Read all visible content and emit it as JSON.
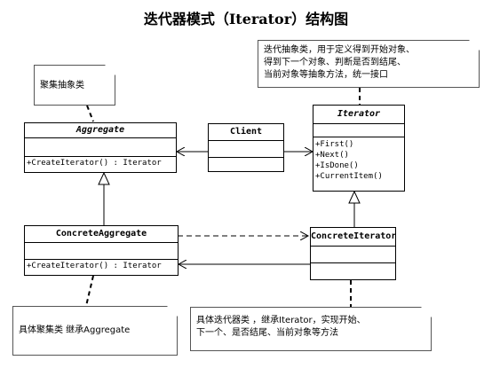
{
  "title": "迭代器模式（Iterator）结构图",
  "classes": {
    "aggregate": {
      "name": "Aggregate",
      "op": "+CreateIterator() : Iterator"
    },
    "client": {
      "name": "Client"
    },
    "iterator": {
      "name": "Iterator",
      "ops": [
        "+First()",
        "+Next()",
        "+IsDone()",
        "+CurrentItem()"
      ]
    },
    "concrete_aggregate": {
      "name": "ConcreteAggregate",
      "op": "+CreateIterator() : Iterator"
    },
    "concrete_iterator": {
      "name": "ConcreteIterator"
    }
  },
  "notes": {
    "aggregate_note": "聚集抽象类",
    "iterator_note": [
      "迭代抽象类，用于定义得到开始对象、",
      "得到下一个对象、判断是否到结尾、",
      "当前对象等抽象方法，统一接口"
    ],
    "concrete_aggregate_note": "具体聚集类 继承Aggregate",
    "concrete_iterator_note": [
      "具体迭代器类 ，继承Iterator，实现开始、",
      "下一个、是否结尾、当前对象等方法"
    ]
  }
}
